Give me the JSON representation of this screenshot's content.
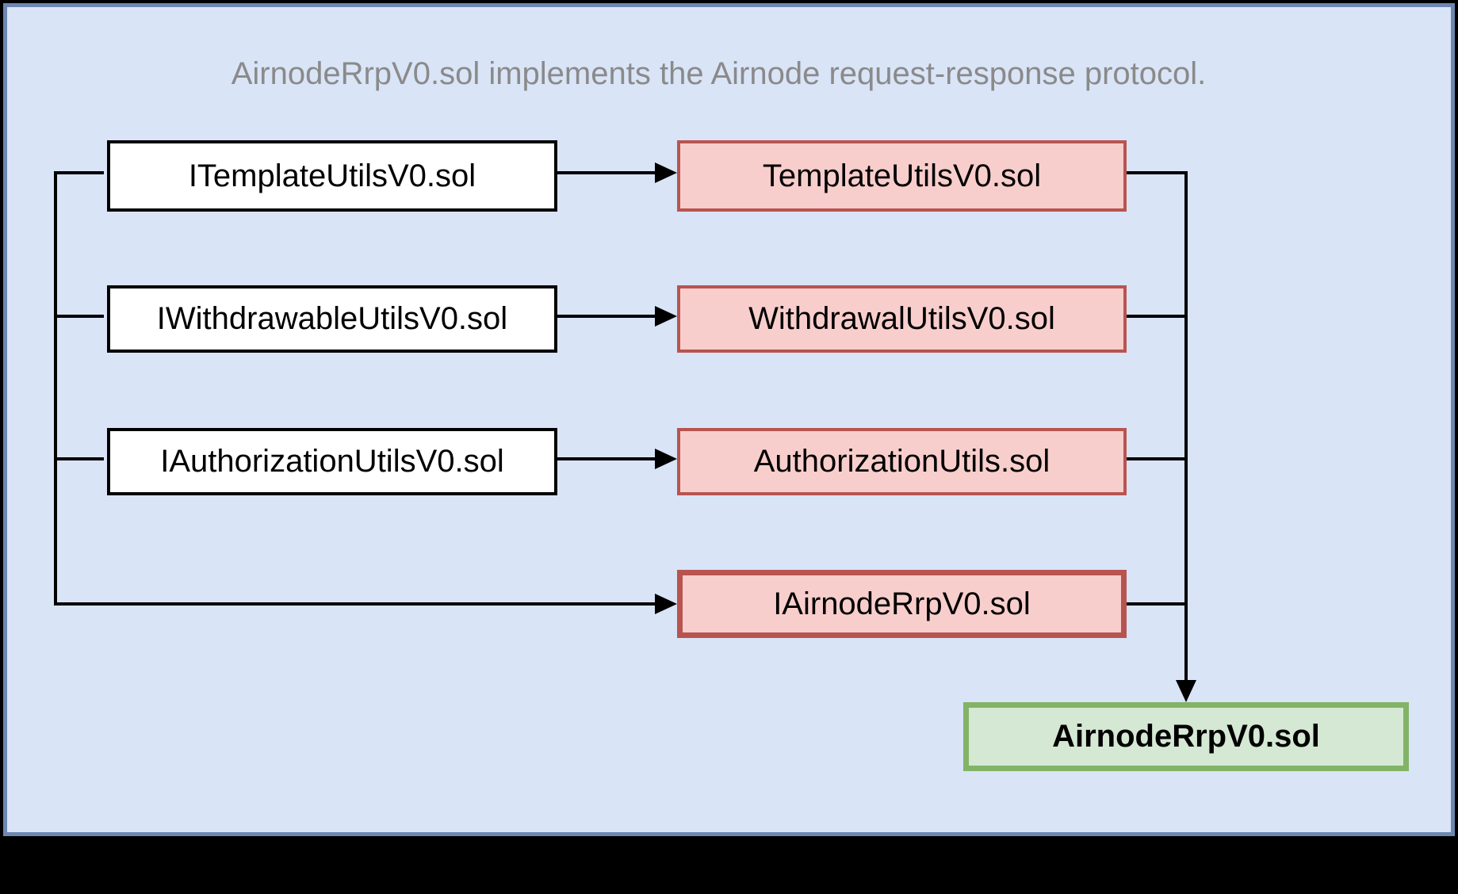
{
  "title": "AirnodeRrpV0.sol implements the Airnode request-response protocol.",
  "nodes": {
    "interface1": "ITemplateUtilsV0.sol",
    "interface2": "IWithdrawableUtilsV0.sol",
    "interface3": "IAuthorizationUtilsV0.sol",
    "impl1": "TemplateUtilsV0.sol",
    "impl2": "WithdrawalUtilsV0.sol",
    "impl3": "AuthorizationUtils.sol",
    "impl4": "IAirnodeRrpV0.sol",
    "main": "AirnodeRrpV0.sol"
  },
  "colors": {
    "page_bg": "#000000",
    "canvas_fill": "#d9e4f7",
    "canvas_border": "#6d88b0",
    "interface_fill": "#ffffff",
    "interface_border": "#000000",
    "impl_fill": "#f8cecc",
    "impl_border": "#b85450",
    "main_fill": "#d5e8d4",
    "main_border": "#82b366",
    "connector": "#000000",
    "title_text": "#8a8a8a",
    "node_text": "#000000"
  }
}
